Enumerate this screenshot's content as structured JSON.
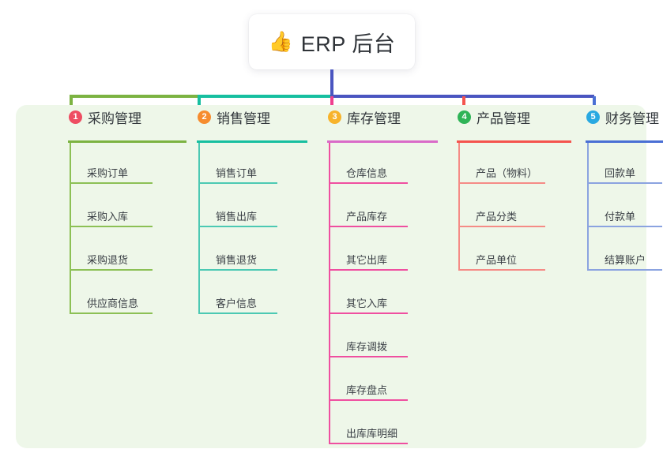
{
  "title": {
    "emoji": "👍",
    "emoji_name": "thumbs-up-icon",
    "text": "ERP 后台"
  },
  "colors": {
    "panel_bg": "#eef7e9",
    "page_bg": "#ffffff",
    "trunk": "#4a55c0",
    "segment_green": "#7cb342",
    "segment_teal": "#17bfa0",
    "segment_indigo": "#4a55c0",
    "drop_purchase": "#7cb342",
    "drop_sales": "#17bfa0",
    "drop_inventory": "#ef3f8f",
    "drop_product": "#f4544e",
    "drop_finance": "#4a6fd4"
  },
  "columns": [
    {
      "index": "1",
      "badge_color": "#ee4d62",
      "title": "采购管理",
      "rule_color": "#7cb342",
      "line_color": "#8cc055",
      "items": [
        {
          "label": "采购订单"
        },
        {
          "label": "采购入库"
        },
        {
          "label": "采购退货"
        },
        {
          "label": "供应商信息"
        }
      ]
    },
    {
      "index": "2",
      "badge_color": "#f68c2e",
      "title": "销售管理",
      "rule_color": "#17bfa0",
      "line_color": "#4cc9b3",
      "items": [
        {
          "label": "销售订单"
        },
        {
          "label": "销售出库"
        },
        {
          "label": "销售退货"
        },
        {
          "label": "客户信息"
        }
      ]
    },
    {
      "index": "3",
      "badge_color": "#f7b32b",
      "title": "库存管理",
      "rule_color": "#d96bc8",
      "line_color": "#ef4fa0",
      "items": [
        {
          "label": "仓库信息"
        },
        {
          "label": "产品库存"
        },
        {
          "label": "其它出库"
        },
        {
          "label": "其它入库"
        },
        {
          "label": "库存调拨"
        },
        {
          "label": "库存盘点"
        },
        {
          "label": "出库库明细"
        }
      ]
    },
    {
      "index": "4",
      "badge_color": "#2fb457",
      "title": "产品管理",
      "rule_color": "#f4544e",
      "line_color": "#f58b86",
      "items": [
        {
          "label": "产品（物料）"
        },
        {
          "label": "产品分类"
        },
        {
          "label": "产品单位"
        }
      ]
    },
    {
      "index": "5",
      "badge_color": "#29a9e1",
      "title": "财务管理",
      "rule_color": "#4a6fd4",
      "line_color": "#8ba3e0",
      "items": [
        {
          "label": "回款单"
        },
        {
          "label": "付款单"
        },
        {
          "label": "结算账户"
        }
      ]
    }
  ]
}
